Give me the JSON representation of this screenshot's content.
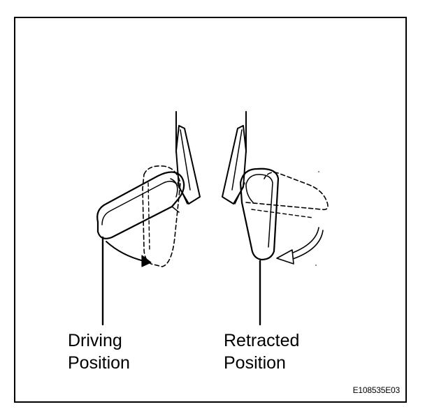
{
  "labels": {
    "driving": {
      "line1": "Driving",
      "line2": "Position"
    },
    "retracted": {
      "line1": "Retracted",
      "line2": "Position"
    }
  },
  "figure_code": "E108535E03",
  "colors": {
    "ink": "#000000",
    "paper": "#ffffff"
  }
}
